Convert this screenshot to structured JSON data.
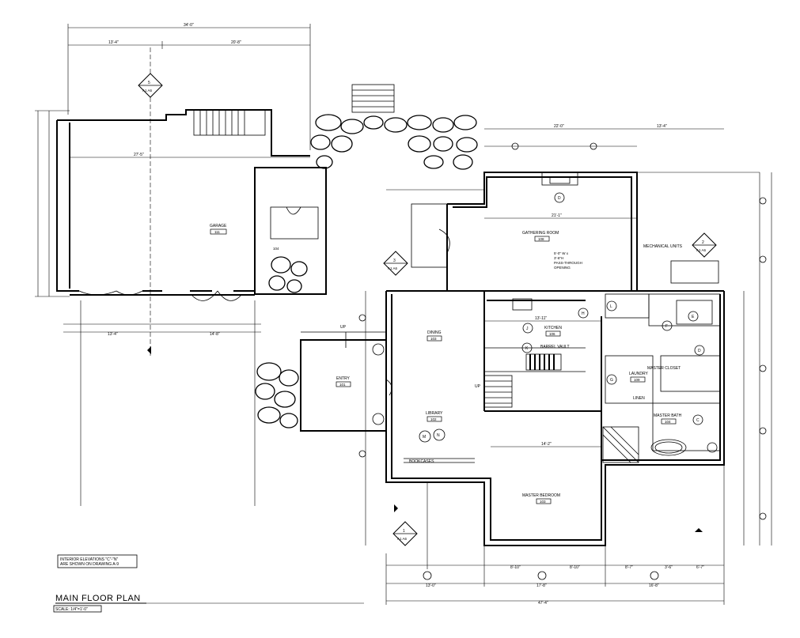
{
  "rooms": {
    "garage": {
      "name": "GARAGE",
      "number": "111"
    },
    "gathering_room": {
      "name": "GATHERING ROOM",
      "number": "108"
    },
    "dining": {
      "name": "DINING",
      "number": "103"
    },
    "kitchen": {
      "name": "KITCHEN",
      "number": "106"
    },
    "entry": {
      "name": "ENTRY",
      "number": "101"
    },
    "library": {
      "name": "LIBRARY",
      "number": "102"
    },
    "master_bedroom": {
      "name": "MASTER BEDROOM",
      "number": "103"
    },
    "master_bath": {
      "name": "MASTER BATH",
      "number": "104"
    },
    "master_closet": {
      "name": "MASTER CLOSET",
      "number": ""
    },
    "laundry": {
      "name": "LAUNDRY",
      "number": "109"
    },
    "linen": {
      "name": "LINEN",
      "number": ""
    },
    "mechanical": {
      "name": "MECHANICAL UNITS",
      "number": ""
    },
    "barrel_vault": {
      "name": "BARREL VAULT",
      "number": ""
    }
  },
  "annotations": {
    "pass_through": [
      "5'-0\" W x",
      "3'-6\"H",
      "PASS-THROUGH",
      "OPENING"
    ],
    "bookcases": "BOOKCASES",
    "up_stair": "UP",
    "up_stair_2": "UP",
    "interior_elev_note": [
      "INTERIOR ELEVATIONS \"C\"-\"N\"",
      "ARE SHOWN ON DRAWING A-9"
    ]
  },
  "dimensions": {
    "garage_overall": "34'-0\"",
    "garage_left": "13'-4\"",
    "garage_right": "20'-8\"",
    "garage_inner": "27'-5\"",
    "garage_bottom_left": "13'-4\"",
    "garage_bottom_right": "14'-8\"",
    "main_top": "22'-0\"",
    "main_top_right": "13'-4\"",
    "gathering_width": "21'-1\"",
    "kitchen_width": "13'-11\"",
    "bedroom_width": "14'-2\"",
    "bottom_left": "13'-0\"",
    "bottom_mid": "17'-8\"",
    "bottom_right": "16'-8\"",
    "bottom_overall": "47'-4\"",
    "seg_a": "8'-10\"",
    "seg_b": "8'-10\"",
    "seg_c": "8'-7\"",
    "seg_d": "3'-6\"",
    "seg_e": "6'-7\""
  },
  "tags": {
    "section_5": {
      "num": "5",
      "ref": "A1 A6"
    },
    "section_2": {
      "num": "2",
      "ref": "A1 A6"
    },
    "section_3": {
      "num": "3",
      "ref": "A1 A6"
    },
    "section_1": {
      "num": "1",
      "ref": "A1 A6"
    },
    "elev_letters": [
      "D",
      "H",
      "J",
      "K",
      "L",
      "M",
      "N",
      "E",
      "F",
      "G",
      "C",
      "D"
    ]
  },
  "title": {
    "main": "MAIN FLOOR PLAN",
    "scale": "SCALE: 1/4\"=1'-0\""
  },
  "colors": {
    "ink": "#000000",
    "paper": "#ffffff"
  }
}
